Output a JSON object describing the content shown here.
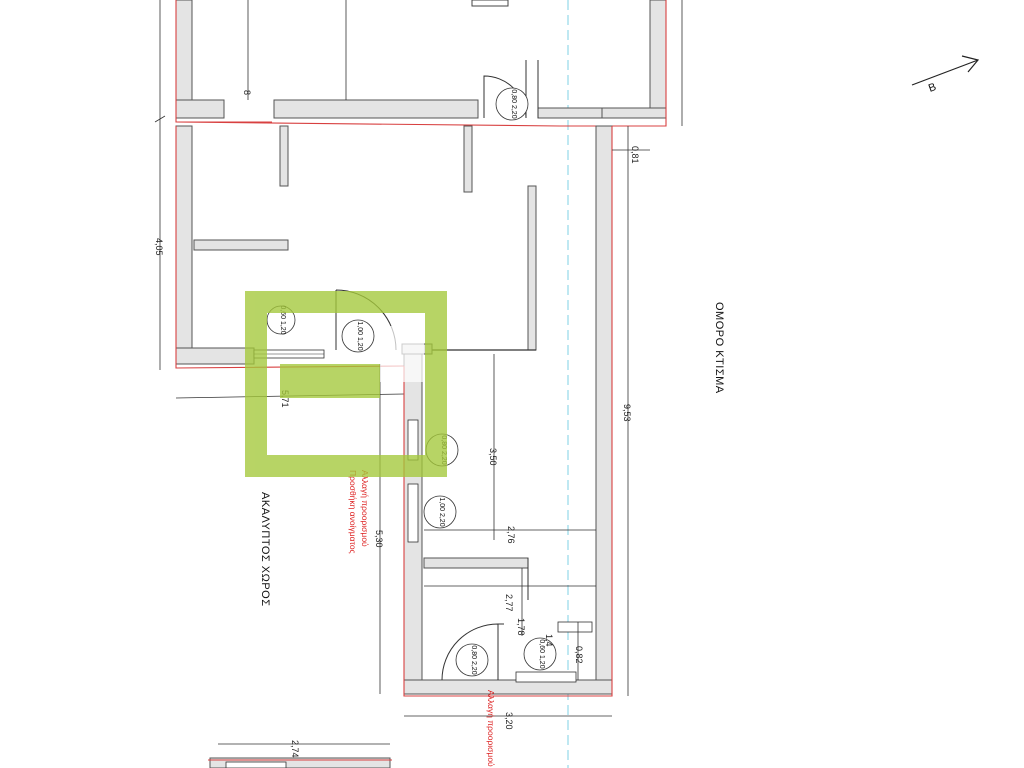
{
  "plan": {
    "labels": {
      "neighbor_property": "ΟΜΟΡΟ ΚΤΙΣΜΑ",
      "open_space": "ΑΚΑΛΥΠΤΟΣ ΧΩΡΟΣ",
      "north_letter": "B"
    },
    "dimensions": {
      "d_4_05": "4,05",
      "d_5_71": "5,71",
      "d_5_30": "5,30",
      "d_3_50": "3,50",
      "d_2_76": "2,76",
      "d_2_77": "2,77",
      "d_1_78": "1,78",
      "d_0_82": "0,82",
      "d_1_4": "1,4",
      "d_0_81": "0,81",
      "d_9_53": "9,53",
      "d_3_20": "3,20",
      "d_2_74": "2,74",
      "d_8": "8"
    },
    "door_codes": [
      "0,80 2,20",
      "1,00 1,20",
      "0,80 2,20",
      "0,60 1,20",
      "0,80 2,20",
      "1,00 2,20",
      "0,60 1,20"
    ],
    "notes": {
      "note_a": "Αλλαγή προορισμού",
      "note_b": "Προσθήκη ανοίγματος"
    },
    "colors": {
      "wall_fill": "#e4e4e4",
      "wall_edge": "#d84040",
      "watermark": "#a4c83a",
      "axis_line": "#7fd0e6"
    }
  }
}
